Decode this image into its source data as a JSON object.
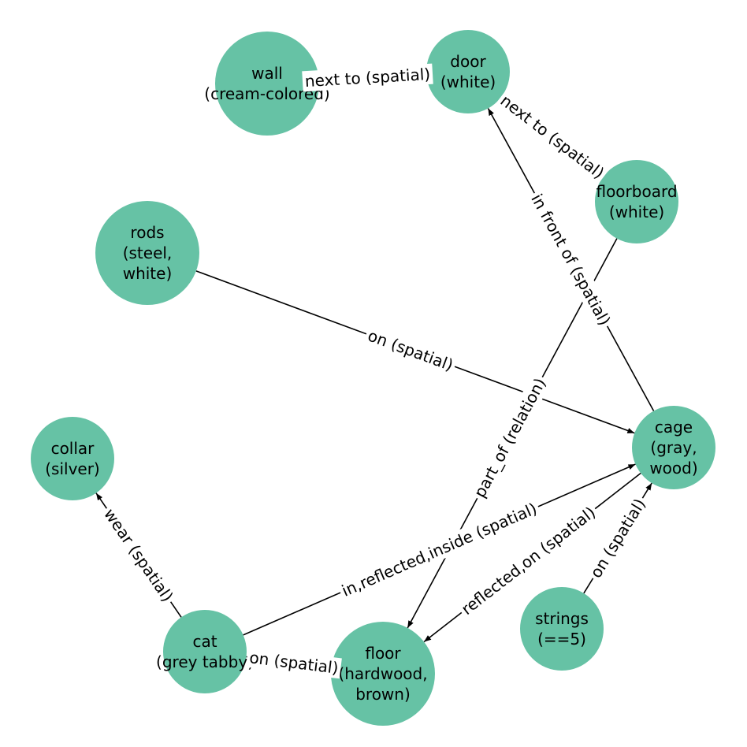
{
  "colors": {
    "node_fill": "#66c2a5",
    "edge": "#000000",
    "label_background": "#ffffff"
  },
  "nodes": [
    {
      "id": "wall",
      "lines": [
        "wall",
        "(cream-colored)"
      ]
    },
    {
      "id": "door",
      "lines": [
        "door",
        "(white)"
      ]
    },
    {
      "id": "floorboard",
      "lines": [
        "floorboard",
        "(white)"
      ]
    },
    {
      "id": "rods",
      "lines": [
        "rods",
        "(steel,",
        "white)"
      ]
    },
    {
      "id": "cage",
      "lines": [
        "cage",
        "(gray,",
        "wood)"
      ]
    },
    {
      "id": "collar",
      "lines": [
        "collar",
        "(silver)"
      ]
    },
    {
      "id": "cat",
      "lines": [
        "cat",
        "(grey tabby)"
      ]
    },
    {
      "id": "floor",
      "lines": [
        "floor",
        "(hardwood,",
        "brown)"
      ]
    },
    {
      "id": "strings",
      "lines": [
        "strings",
        "(==5)"
      ]
    }
  ],
  "edges": [
    {
      "source": "wall",
      "target": "door",
      "label": "next to (spatial)",
      "directed": false
    },
    {
      "source": "door",
      "target": "floorboard",
      "label": "next to (spatial)",
      "directed": false
    },
    {
      "source": "cage",
      "target": "door",
      "label": "in front of (spatial)",
      "directed": true
    },
    {
      "source": "floorboard",
      "target": "floor",
      "label": "part_of (relation)",
      "directed": true
    },
    {
      "source": "rods",
      "target": "cage",
      "label": "on (spatial)",
      "directed": true
    },
    {
      "source": "cat",
      "target": "cage",
      "label": "in,reflected,inside (spatial)",
      "directed": true
    },
    {
      "source": "cage",
      "target": "floor",
      "label": "reflected,on (spatial)",
      "directed": true
    },
    {
      "source": "strings",
      "target": "cage",
      "label": "on (spatial)",
      "directed": true
    },
    {
      "source": "cat",
      "target": "collar",
      "label": "wear (spatial)",
      "directed": true
    },
    {
      "source": "cat",
      "target": "floor",
      "label": "on (spatial)",
      "directed": false
    }
  ]
}
